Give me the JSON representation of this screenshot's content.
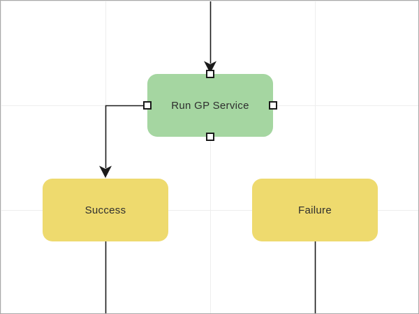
{
  "diagram": {
    "canvas": {
      "background_color": "#ffffff",
      "grid_color": "#ededed",
      "border_color": "#a9a9a9"
    },
    "connector_color": "#1a1a1a",
    "handle": {
      "fill": "#ffffff",
      "border_color": "#1a1a1a"
    },
    "nodes": [
      {
        "id": "run-gp-service",
        "label": "Run GP Service",
        "fill": "#a5d6a1",
        "text_color": "#2e2e2e",
        "selected": true,
        "handles": [
          "top",
          "right",
          "bottom",
          "left"
        ]
      },
      {
        "id": "success",
        "label": "Success",
        "fill": "#eeda6e",
        "text_color": "#2e2e2e",
        "selected": false
      },
      {
        "id": "failure",
        "label": "Failure",
        "fill": "#eeda6e",
        "text_color": "#2e2e2e",
        "selected": false
      }
    ],
    "connectors": [
      {
        "id": "edge-top-into-run-gp-service",
        "from": "offscreen-top",
        "to": "run-gp-service",
        "arrowhead": true
      },
      {
        "id": "edge-run-gp-service-to-success",
        "from": "run-gp-service",
        "to": "success",
        "arrowhead": true
      },
      {
        "id": "edge-success-to-offscreen-bottom",
        "from": "success",
        "to": "offscreen-bottom",
        "arrowhead": false
      },
      {
        "id": "edge-failure-to-offscreen-bottom",
        "from": "failure",
        "to": "offscreen-bottom",
        "arrowhead": false
      }
    ]
  }
}
